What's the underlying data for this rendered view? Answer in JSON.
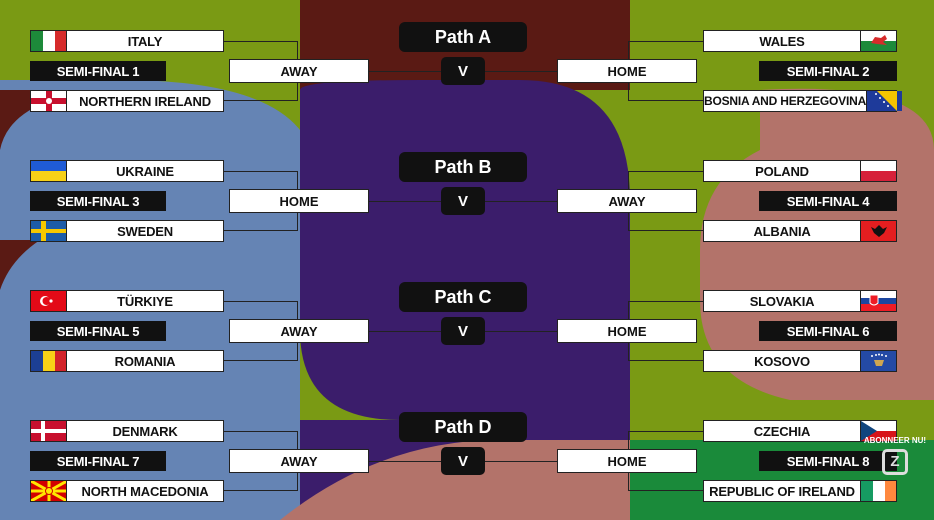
{
  "paths": [
    {
      "title": "Path A",
      "vs": "V",
      "left": {
        "semi_final": "SEMI-FINAL 1",
        "venue": "AWAY",
        "top_team": {
          "name": "ITALY",
          "flag": "italy-flag"
        },
        "bottom_team": {
          "name": "NORTHERN IRELAND",
          "flag": "northern-ireland-flag"
        }
      },
      "right": {
        "semi_final": "SEMI-FINAL 2",
        "venue": "HOME",
        "top_team": {
          "name": "WALES",
          "flag": "wales-flag"
        },
        "bottom_team": {
          "name": "BOSNIA AND HERZEGOVINA",
          "flag": "bosnia-flag"
        }
      }
    },
    {
      "title": "Path B",
      "vs": "V",
      "left": {
        "semi_final": "SEMI-FINAL 3",
        "venue": "HOME",
        "top_team": {
          "name": "UKRAINE",
          "flag": "ukraine-flag"
        },
        "bottom_team": {
          "name": "SWEDEN",
          "flag": "sweden-flag"
        }
      },
      "right": {
        "semi_final": "SEMI-FINAL 4",
        "venue": "AWAY",
        "top_team": {
          "name": "POLAND",
          "flag": "poland-flag"
        },
        "bottom_team": {
          "name": "ALBANIA",
          "flag": "albania-flag"
        }
      }
    },
    {
      "title": "Path C",
      "vs": "V",
      "left": {
        "semi_final": "SEMI-FINAL 5",
        "venue": "AWAY",
        "top_team": {
          "name": "TÜRKIYE",
          "flag": "turkiye-flag"
        },
        "bottom_team": {
          "name": "ROMANIA",
          "flag": "romania-flag"
        }
      },
      "right": {
        "semi_final": "SEMI-FINAL 6",
        "venue": "HOME",
        "top_team": {
          "name": "SLOVAKIA",
          "flag": "slovakia-flag"
        },
        "bottom_team": {
          "name": "KOSOVO",
          "flag": "kosovo-flag"
        }
      }
    },
    {
      "title": "Path D",
      "vs": "V",
      "left": {
        "semi_final": "SEMI-FINAL 7",
        "venue": "AWAY",
        "top_team": {
          "name": "DENMARK",
          "flag": "denmark-flag"
        },
        "bottom_team": {
          "name": "NORTH MACEDONIA",
          "flag": "north-macedonia-flag"
        }
      },
      "right": {
        "semi_final": "SEMI-FINAL 8",
        "venue": "HOME",
        "top_team": {
          "name": "CZECHIA",
          "flag": "czechia-flag"
        },
        "bottom_team": {
          "name": "REPUBLIC OF IRELAND",
          "flag": "ireland-flag"
        }
      }
    }
  ],
  "watermark": {
    "text": "ABONNEER NU!",
    "glyph": "Z"
  },
  "colors": {
    "dark_panel": "#111111",
    "purple": "#3b1d6b",
    "olive": "#7a9a14",
    "maroon": "#5a1a14",
    "blue": "#6584b4",
    "salmon": "#b3736a",
    "green": "#1a8a3a"
  }
}
